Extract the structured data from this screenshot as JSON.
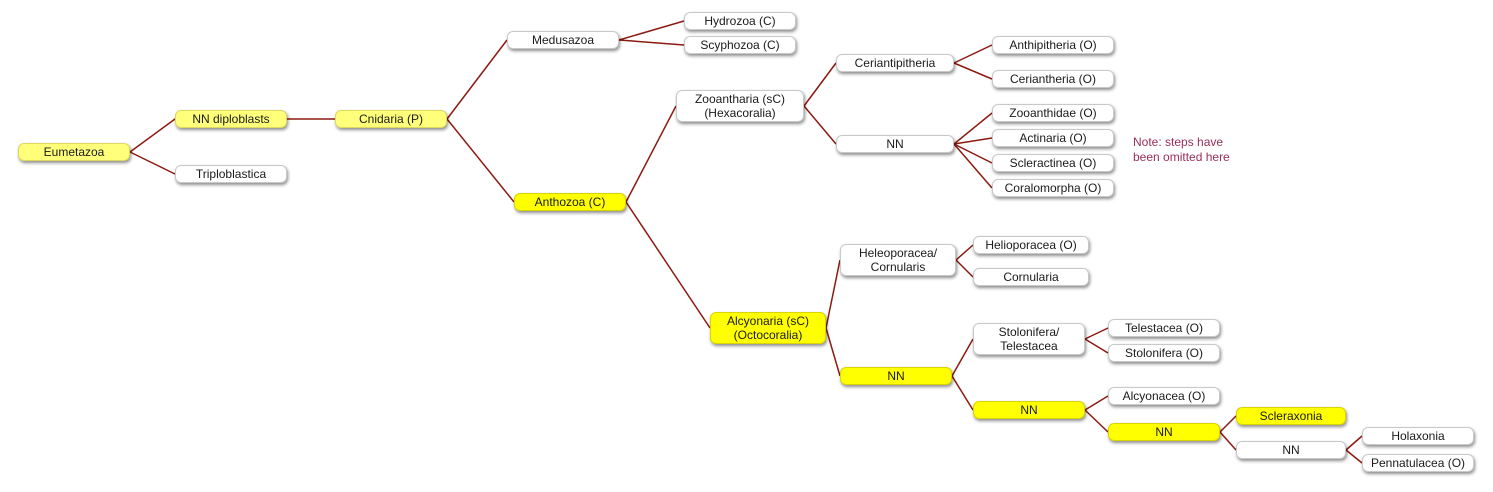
{
  "colors": {
    "edge": "#8b1a10",
    "highlight": "#ffff00",
    "pale_highlight": "#ffff7a",
    "node": "#ffffff",
    "note": "#9b2d5a"
  },
  "nodes": {
    "eumetazoa": "Eumetazoa",
    "nn_diploblasts": "NN diploblasts",
    "triploblastica": "Triploblastica",
    "cnidaria": "Cnidaria (P)",
    "medusazoa": "Medusazoa",
    "hydrozoa": "Hydrozoa (C)",
    "scyphozoa": "Scyphozoa (C)",
    "anthozoa": "Anthozoa (C)",
    "zooantharia": "Zooantharia (sC)\n(Hexacoralia)",
    "ceriantipitheria": "Ceriantipitheria",
    "anthipitheria": "Anthipitheria (O)",
    "ceriantheria": "Ceriantheria (O)",
    "nn_zoo": "NN",
    "zooanthidae": "Zooanthidae (O)",
    "actinaria": "Actinaria (O)",
    "scleractinea": "Scleractinea (O)",
    "coralomorpha": "Coralomorpha (O)",
    "alcyonaria": "Alcyonaria (sC)\n(Octocoralia)",
    "heleoporacea": "Heleoporacea/\nCornularis",
    "helioporacea": "Helioporacea (O)",
    "cornularia": "Cornularia",
    "nn_alc": "NN",
    "stolonifera_tel": "Stolonifera/\nTelestacea",
    "telestacea": "Telestacea (O)",
    "stolonifera": "Stolonifera (O)",
    "nn_alc2": "NN",
    "alcyonacea": "Alcyonacea (O)",
    "nn_alc3": "NN",
    "scleraxonia": "Scleraxonia",
    "nn_alc4": "NN",
    "holaxonia": "Holaxonia",
    "pennatulacea": "Pennatulacea (O)"
  },
  "note": "Note: steps have\nbeen omitted here"
}
